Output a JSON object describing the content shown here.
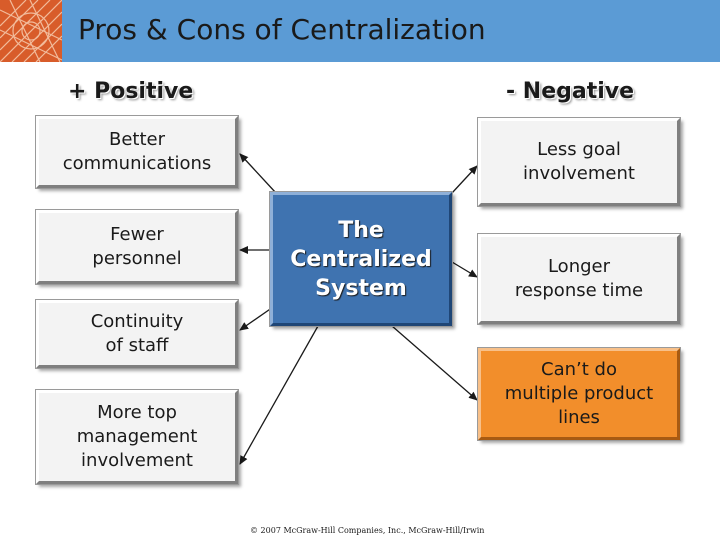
{
  "slide": {
    "title": "Pros & Cons of Centralization",
    "positive_heading": "+ Positive",
    "negative_heading": "- Negative",
    "center_label": "The\nCentralized\nSystem",
    "positives": [
      "Better\ncommunications",
      "Fewer\npersonnel",
      "Continuity\nof staff",
      "More top\nmanagement\ninvolvement"
    ],
    "negatives": [
      "Less goal\ninvolvement",
      "Longer\nresponse time",
      "Can’t do\nmultiple product\nlines"
    ],
    "copyright": "© 2007 McGraw-Hill Companies, Inc., McGraw-Hill/Irwin"
  },
  "colors": {
    "header": "#5b9bd5",
    "header_art": "#d85c2a",
    "center_box": "#3f73b0",
    "highlight_box": "#f28e2b",
    "box": "#f3f3f3"
  }
}
